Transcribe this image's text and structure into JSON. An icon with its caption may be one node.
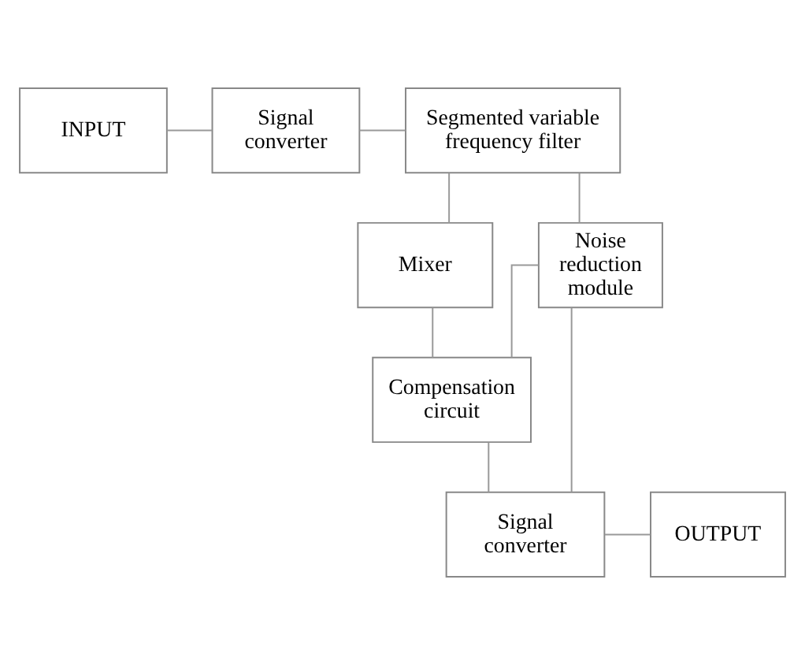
{
  "diagram": {
    "nodes": [
      {
        "text": [
          "INPUT"
        ]
      },
      {
        "text": [
          "Signal converter"
        ]
      },
      {
        "text": [
          "Segmented variable frequency filter"
        ]
      },
      {
        "text": [
          "Mixer"
        ]
      },
      {
        "text": [
          "Noise reduction module"
        ]
      },
      {
        "text": [
          "Compensation circuit"
        ]
      },
      {
        "text": [
          "OUTPUT"
        ]
      },
      {
        "text": [
          "Signal converter"
        ]
      }
    ],
    "edges": [
      {
        "from": 0,
        "to": 1,
        "arrow": "none"
      },
      {
        "from": 1,
        "to": 2,
        "arrow": "none"
      },
      {
        "from": 2,
        "to": 3,
        "arrow": "none"
      },
      {
        "from": 2,
        "to": 4,
        "arrow": "none"
      },
      {
        "from": 3,
        "to": 5,
        "arrow": "none"
      },
      {
        "from": 5,
        "to": 4,
        "arrow": "none"
      },
      {
        "from": 4,
        "to": 7,
        "arrow": "none"
      },
      {
        "from": 5,
        "to": 7,
        "arrow": "none"
      },
      {
        "from": 7,
        "to": 6,
        "arrow": "none"
      }
    ]
  }
}
